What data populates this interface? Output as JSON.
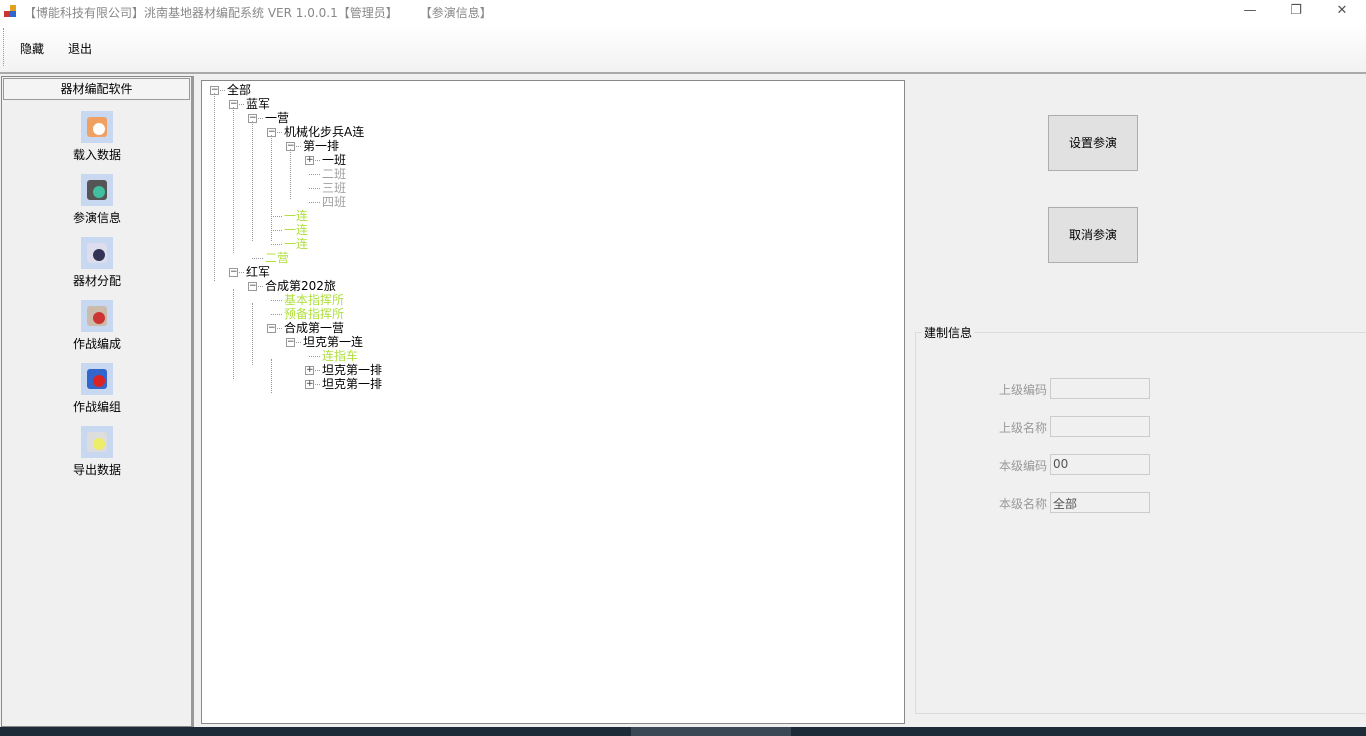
{
  "window": {
    "title_parts": [
      "【博能科技有限公司】洮南基地器材编配系统 VER 1.0.0.1【管理员】",
      "【参演信息】"
    ],
    "controls": [
      "—",
      "❐",
      "✕"
    ]
  },
  "toolbar": {
    "hide_label": "隐藏",
    "exit_label": "退出"
  },
  "sidebar": {
    "header": "器材编配软件",
    "items": [
      {
        "label": "载入数据",
        "icon": "house-icon"
      },
      {
        "label": "参演信息",
        "icon": "document-search-icon"
      },
      {
        "label": "器材分配",
        "icon": "notepad-pen-icon"
      },
      {
        "label": "作战编成",
        "icon": "clipboard-check-icon"
      },
      {
        "label": "作战编组",
        "icon": "shapes-icon"
      },
      {
        "label": "导出数据",
        "icon": "file-drawer-icon"
      }
    ]
  },
  "tree": {
    "nodes": [
      {
        "label": "全部",
        "depth": 0,
        "exp": "minus",
        "state": "normal"
      },
      {
        "label": "蓝军",
        "depth": 1,
        "exp": "minus",
        "state": "normal"
      },
      {
        "label": "一营",
        "depth": 2,
        "exp": "minus",
        "state": "normal"
      },
      {
        "label": "机械化步兵A连",
        "depth": 3,
        "exp": "minus",
        "state": "normal"
      },
      {
        "label": "第一排",
        "depth": 4,
        "exp": "minus",
        "state": "normal"
      },
      {
        "label": "一班",
        "depth": 5,
        "exp": "plus",
        "state": "normal"
      },
      {
        "label": "二班",
        "depth": 5,
        "exp": "",
        "state": "disabled"
      },
      {
        "label": "三班",
        "depth": 5,
        "exp": "",
        "state": "disabled"
      },
      {
        "label": "四班",
        "depth": 5,
        "exp": "",
        "state": "disabled"
      },
      {
        "label": "一连",
        "depth": 3,
        "exp": "",
        "state": "participating"
      },
      {
        "label": "一连",
        "depth": 3,
        "exp": "",
        "state": "participating"
      },
      {
        "label": "一连",
        "depth": 3,
        "exp": "",
        "state": "participating"
      },
      {
        "label": "二营",
        "depth": 2,
        "exp": "",
        "state": "participating"
      },
      {
        "label": "红军",
        "depth": 1,
        "exp": "minus",
        "state": "normal"
      },
      {
        "label": "合成第202旅",
        "depth": 2,
        "exp": "minus",
        "state": "normal"
      },
      {
        "label": "基本指挥所",
        "depth": 3,
        "exp": "",
        "state": "participating"
      },
      {
        "label": "预备指挥所",
        "depth": 3,
        "exp": "",
        "state": "participating"
      },
      {
        "label": "合成第一营",
        "depth": 3,
        "exp": "minus",
        "state": "normal"
      },
      {
        "label": "坦克第一连",
        "depth": 4,
        "exp": "minus",
        "state": "normal"
      },
      {
        "label": "连指车",
        "depth": 5,
        "exp": "",
        "state": "participating"
      },
      {
        "label": "坦克第一排",
        "depth": 5,
        "exp": "plus",
        "state": "normal"
      },
      {
        "label": "坦克第一排",
        "depth": 5,
        "exp": "plus",
        "state": "normal"
      }
    ]
  },
  "colors": {
    "normal": "#000000",
    "disabled": "#a0a0a0",
    "participating": "#b0e040"
  },
  "actions": {
    "set_label": "设置参演",
    "cancel_label": "取消参演"
  },
  "info": {
    "title": "建制信息",
    "fields": [
      {
        "label": "上级编码",
        "value": ""
      },
      {
        "label": "上级名称",
        "value": ""
      },
      {
        "label": "本级编码",
        "value": "00"
      },
      {
        "label": "本级名称",
        "value": "全部"
      }
    ]
  }
}
